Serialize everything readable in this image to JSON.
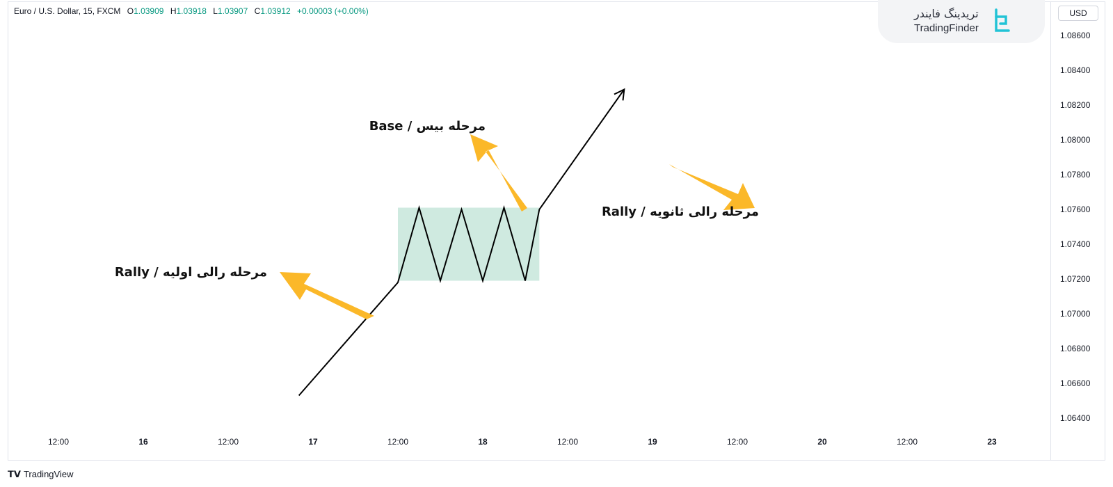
{
  "header": {
    "symbol": "Euro / U.S. Dollar, 15, FXCM",
    "open_label": "O",
    "open": "1.03909",
    "high_label": "H",
    "high": "1.03918",
    "low_label": "L",
    "low": "1.03907",
    "close_label": "C",
    "close": "1.03912",
    "change": "+0.00003 (+0.00%)"
  },
  "brand": {
    "name_fa": "تریدینگ فایندر",
    "name_en": "TradingFinder",
    "logo_icon": "tradingfinder-logo-icon"
  },
  "currency_button": "USD",
  "footer": {
    "logo_icon": "tradingview-logo-icon",
    "label": "TradingView"
  },
  "colors": {
    "zone_fill": "#cfeae0",
    "arrow": "#fbb829",
    "price_line": "#000000",
    "up": "#089981"
  },
  "chart_data": {
    "type": "line",
    "title": "",
    "ylabel": "",
    "y_ticks": [
      "1.08600",
      "1.08400",
      "1.08200",
      "1.08000",
      "1.07800",
      "1.07600",
      "1.07400",
      "1.07200",
      "1.07000",
      "1.06800",
      "1.06600",
      "1.06400"
    ],
    "x_ticks": [
      "12:00",
      "16",
      "12:00",
      "17",
      "12:00",
      "18",
      "12:00",
      "19",
      "12:00",
      "20",
      "12:00",
      "23"
    ],
    "bold_x_ticks": [
      "16",
      "17",
      "18",
      "19",
      "20",
      "23"
    ],
    "ylim": [
      1.0635,
      1.0874
    ],
    "series": [
      {
        "points": [
          [
            "16 22:00",
            1.0653
          ],
          [
            "17 12:00",
            1.0718
          ],
          [
            "17 15:00",
            1.0761
          ],
          [
            "17 18:00",
            1.0719
          ],
          [
            "17 21:00",
            1.076
          ],
          [
            "18 00:00",
            1.0719
          ],
          [
            "18 03:00",
            1.0761
          ],
          [
            "18 06:00",
            1.0719
          ],
          [
            "18 08:00",
            1.076
          ],
          [
            "18 20:00",
            1.0829
          ]
        ]
      }
    ],
    "zone": {
      "x_from": "17 12:00",
      "x_to": "18 08:00",
      "y_from": 1.0719,
      "y_to": 1.0761
    },
    "annotations": [
      {
        "text": "Rally / مرحله رالی اولیه"
      },
      {
        "text": "Base / مرحله بیس"
      },
      {
        "text": "مرحله رالی ثانویه / Rally"
      }
    ]
  }
}
